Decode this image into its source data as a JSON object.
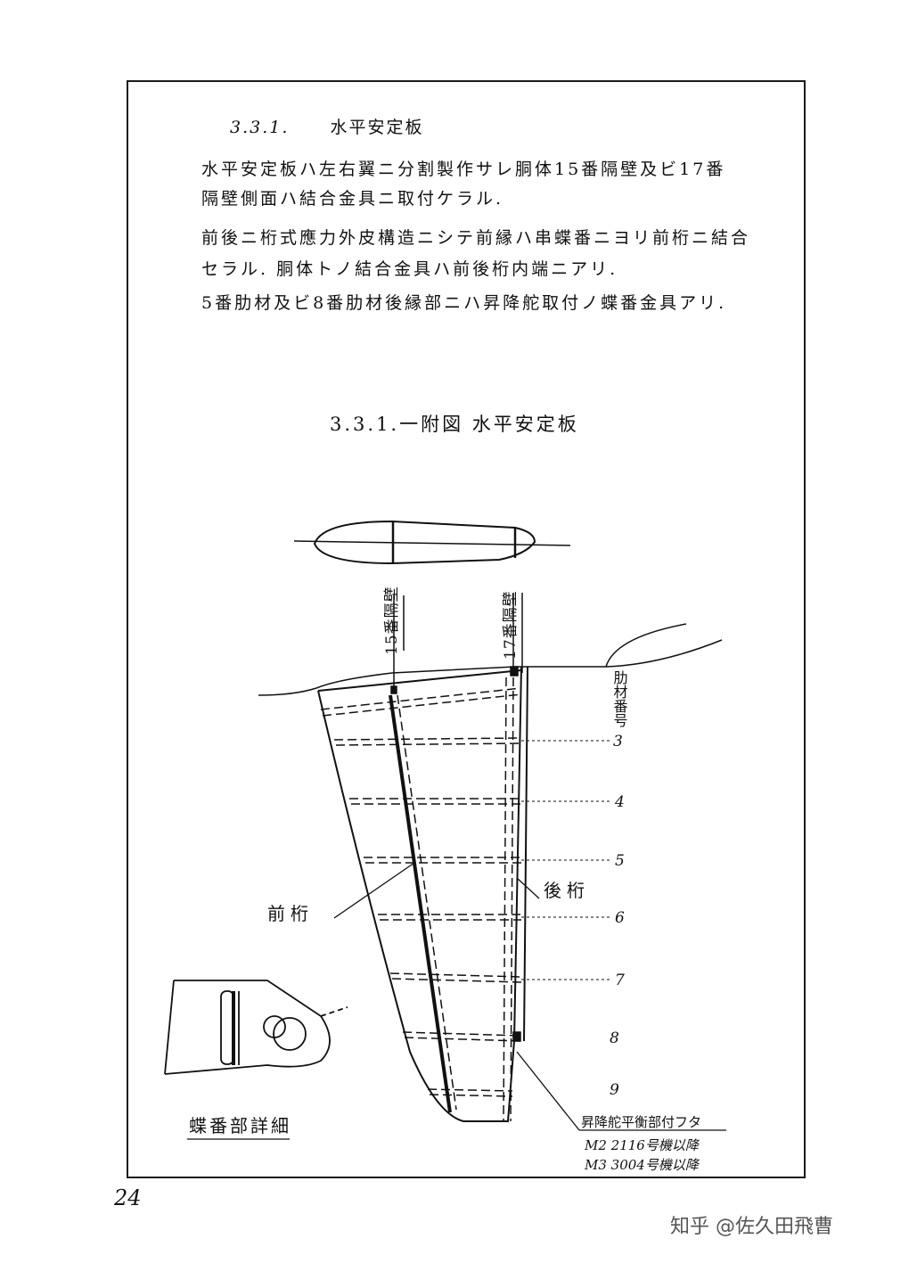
{
  "section": {
    "number": "3.3.1.",
    "title": "水平安定板"
  },
  "paragraphs": [
    "水平安定板ハ左右翼ニ分割製作サレ胴体15番隔壁及ビ17番",
    "隔壁側面ハ結合金具ニ取付ケラル.",
    "前後ニ桁式應力外皮構造ニシテ前縁ハ串蝶番ニヨリ前桁ニ結合",
    "セラル. 胴体トノ結合金具ハ前後桁内端ニアリ.",
    "5番肋材及ビ8番肋材後縁部ニハ昇降舵取付ノ蝶番金具アリ."
  ],
  "figure": {
    "title": "3.3.1.一附図 水平安定板",
    "labels": {
      "bulkhead_15": "15番隔壁",
      "bulkhead_17": "17番隔壁",
      "rib_number": "肋材番号",
      "front_spar": "前桁",
      "rear_spar": "後桁",
      "hinge_detail": "蝶番部詳細",
      "balance_note": "昇降舵平衡部付フタ",
      "note_m2": "M2 2116号機以降",
      "note_m3": "M3 3004号機以降"
    },
    "rib_numbers": [
      "3",
      "4",
      "5",
      "6",
      "7",
      "8",
      "9"
    ]
  },
  "page_number": "24",
  "watermark": "知乎 @佐久田飛曹"
}
